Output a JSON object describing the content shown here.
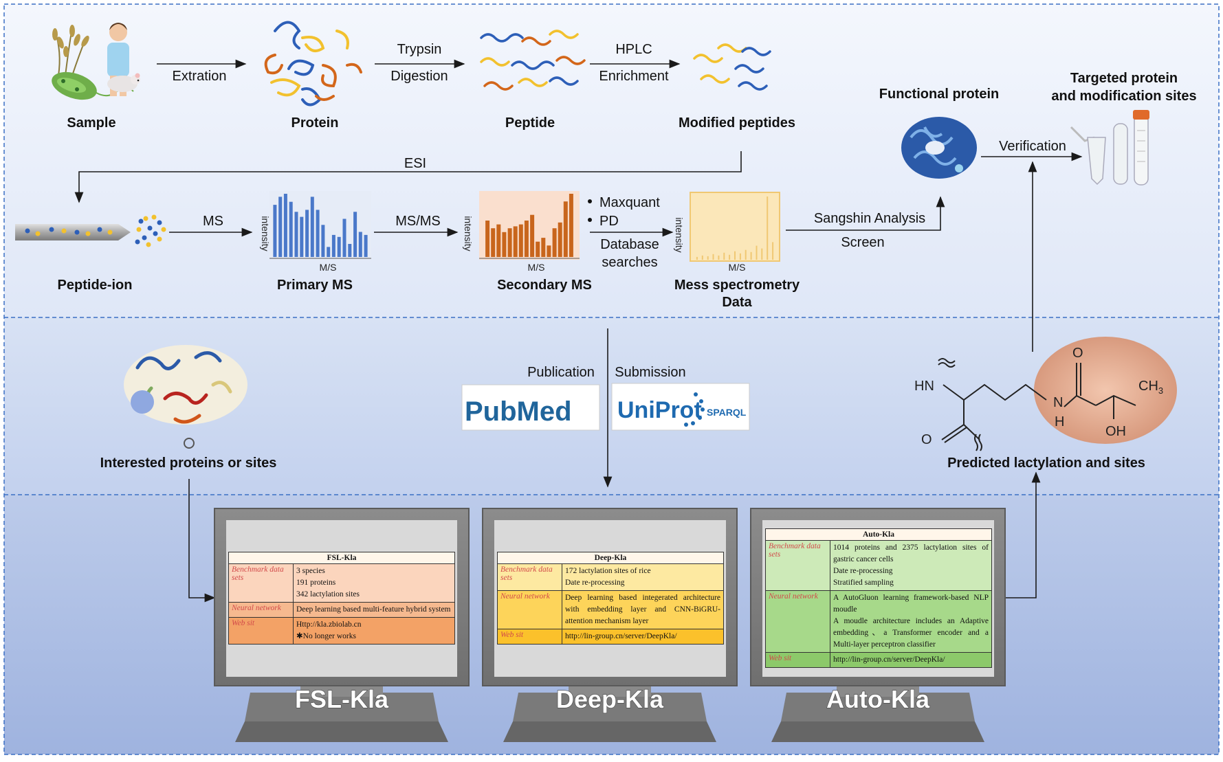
{
  "top": {
    "sample": "Sample",
    "protein": "Protein",
    "peptide": "Peptide",
    "modified_peptides": "Modified peptides",
    "extration": "Extration",
    "trypsin": "Trypsin",
    "digestion": "Digestion",
    "hplc": "HPLC",
    "enrichment": "Enrichment",
    "esi": "ESI",
    "ms": "MS",
    "msms": "MS/MS",
    "peptide_ion": "Peptide-ion",
    "primary_ms": "Primary MS",
    "secondary_ms": "Secondary MS",
    "mass_data_1": "Mess spectrometry",
    "mass_data_2": "Data",
    "axis_y": "intensity",
    "axis_x": "M/S",
    "tool_1": "Maxquant",
    "tool_2": "PD",
    "db_1": "Database",
    "db_2": "searches",
    "sangshin": "Sangshin Analysis",
    "screen": "Screen",
    "functional_protein": "Functional protein",
    "targeted_1": "Targeted protein",
    "targeted_2": "and modification sites",
    "verification": "Verification"
  },
  "middle": {
    "interested": "Interested proteins or sites",
    "publication": "Publication",
    "submission": "Submission",
    "pubmed": "PubMed",
    "uniprot": "UniProt",
    "sparql": "SPARQL",
    "predicted": "Predicted lactylation and sites",
    "chem": {
      "hn": "HN",
      "o1": "O",
      "o2": "O",
      "n": "N",
      "h": "H",
      "oh": "OH",
      "ch3": "CH",
      "ch3_sub": "3"
    }
  },
  "monitors": [
    {
      "name": "FSL-Kla",
      "title": "FSL-Kla",
      "rows": [
        {
          "key": "Benchmark data sets",
          "lines": [
            "3 species",
            "191 proteins",
            "342 lactylation sites"
          ]
        },
        {
          "key": "Neural network",
          "lines": [
            "Deep learning based multi-feature hybrid system"
          ]
        },
        {
          "key": "Web sit",
          "lines": [
            "Http://kla.zbiolab.cn",
            "✱No longer works"
          ]
        }
      ]
    },
    {
      "name": "Deep-Kla",
      "title": "Deep-Kla",
      "rows": [
        {
          "key": "Benchmark data sets",
          "lines": [
            "172 lactylation sites of rice",
            "Date re-processing"
          ]
        },
        {
          "key": "Neural network",
          "lines": [
            "Deep learning based integerated architecture with embedding layer and CNN-BiGRU-attention mechanism layer"
          ]
        },
        {
          "key": "Web sit",
          "lines": [
            "http://lin-group.cn/server/DeepKla/"
          ]
        }
      ]
    },
    {
      "name": "Auto-Kla",
      "title": "Auto-Kla",
      "rows": [
        {
          "key": "Benchmark data sets",
          "lines": [
            "1014 proteins and 2375 lactylation sites of gastric cancer cells",
            "Date re-processing",
            "Stratified sampling"
          ]
        },
        {
          "key": "Neural network",
          "lines": [
            "A AutoGluon learning framework-based NLP moudle",
            "A moudle architecture includes an Adaptive embedding、a Transformer encoder and a Multi-layer perceptron classifier"
          ]
        },
        {
          "key": "Web sit",
          "lines": [
            "http://lin-group.cn/server/DeepKla/"
          ]
        }
      ]
    }
  ],
  "colors": {
    "bg_top": "#eef2fb",
    "bg_mid": "#cfdaf0",
    "bg_bot": "#b3c3e6",
    "dash": "#3a6fc4",
    "primary_bar": "#4a78c9",
    "secondary_bar": "#c8651c",
    "secondary_bg": "#fadfce",
    "mass_bg": "#fbe7b9",
    "fsl_1": "#fbd5bd",
    "fsl_2": "#f6b98f",
    "fsl_3": "#f3a266",
    "deep_1": "#fde9a1",
    "deep_2": "#fdd45a",
    "deep_3": "#fbc12b",
    "auto_1": "#cdeab8",
    "auto_2": "#a7d98a",
    "auto_3": "#8cc96a"
  },
  "chart_data": [
    {
      "type": "bar",
      "title": "Primary MS",
      "xlabel": "M/S",
      "ylabel": "intensity",
      "values": [
        52,
        60,
        63,
        55,
        45,
        40,
        47,
        60,
        47,
        32,
        10,
        22,
        20,
        38,
        13,
        45,
        25,
        22
      ]
    },
    {
      "type": "bar",
      "title": "Secondary MS",
      "xlabel": "M/S",
      "ylabel": "intensity",
      "values": [
        38,
        30,
        34,
        26,
        30,
        32,
        34,
        38,
        44,
        16,
        20,
        12,
        30,
        36,
        58,
        66
      ]
    },
    {
      "type": "bar",
      "title": "Mess spectrometry Data",
      "xlabel": "M/S",
      "ylabel": "intensity",
      "values": [
        4,
        6,
        5,
        8,
        6,
        10,
        7,
        12,
        9,
        14,
        11,
        20,
        16,
        90,
        25
      ]
    }
  ]
}
